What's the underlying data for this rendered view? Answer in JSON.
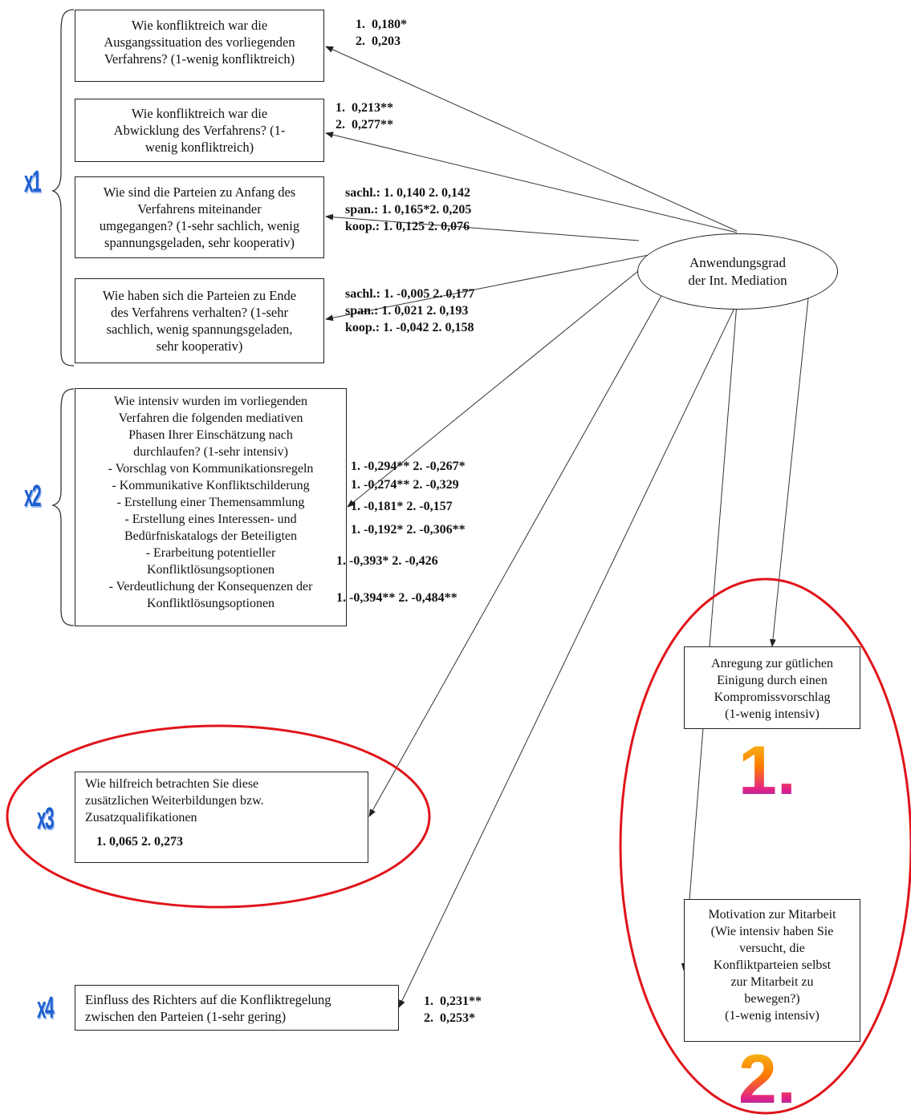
{
  "center_node": {
    "lines": [
      "Anwendungsgrad",
      "der Int. Mediation"
    ]
  },
  "groups": [
    {
      "label": "x1"
    },
    {
      "label": "x2"
    },
    {
      "label": "x3"
    },
    {
      "label": "x4"
    }
  ],
  "x1_items": [
    {
      "lines": [
        "Wie konfliktreich war die",
        "Ausgangssituation des vorliegenden",
        "Verfahrens? (1-wenig konfliktreich)"
      ],
      "stats": [
        "1.  0,180*",
        "2.  0,203"
      ]
    },
    {
      "lines": [
        "Wie konfliktreich war die",
        "Abwicklung des Verfahrens? (1-",
        "wenig konfliktreich)"
      ],
      "stats": [
        "1.  0,213**",
        "2.  0,277**"
      ]
    },
    {
      "lines": [
        "Wie sind die Parteien zu Anfang des",
        "Verfahrens miteinander",
        "umgegangen? (1-sehr sachlich, wenig",
        "spannungsgeladen, sehr kooperativ)"
      ],
      "stats": [
        "sachl.: 1. 0,140 2. 0,142",
        "span.: 1. 0,165*2. 0,205",
        "koop.: 1. 0,125 2. 0,076"
      ]
    },
    {
      "lines": [
        "Wie haben sich die Parteien zu Ende",
        "des Verfahrens verhalten? (1-sehr",
        "sachlich, wenig spannungsgeladen,",
        "sehr kooperativ)"
      ],
      "stats": [
        "sachl.: 1. -0,005 2. 0,177",
        "span.: 1. 0,021 2. 0,193",
        "koop.: 1. -0,042 2. 0,158"
      ]
    }
  ],
  "x2_item": {
    "lines": [
      "Wie intensiv wurden im vorliegenden",
      "Verfahren die folgenden mediativen",
      "Phasen Ihrer Einschätzung nach",
      "durchlaufen? (1-sehr intensiv)",
      "- Vorschlag von Kommunikationsregeln",
      "- Kommunikative Konfliktschilderung",
      "- Erstellung einer Themensammlung",
      "- Erstellung eines Interessen- und",
      "Bedürfniskatalogs der Beteiligten",
      "- Erarbeitung potentieller",
      "Konfliktlösungsoptionen",
      "- Verdeutlichung der Konsequenzen der",
      "Konfliktlösungsoptionen"
    ],
    "stats": [
      "1. -0,294** 2. -0,267*",
      "1. -0,274** 2. -0,329",
      "1. -0,181* 2. -0,157",
      "1. -0,192* 2. -0,306**",
      "1. -0,393* 2. -0,426",
      "1. -0,394** 2. -0,484**"
    ]
  },
  "x3_item": {
    "lines": [
      "Wie hilfreich betrachten Sie diese",
      "zusätzlichen Weiterbildungen bzw.",
      "Zusatzqualifikationen"
    ],
    "stats": "1. 0,065 2. 0,273"
  },
  "x4_item": {
    "lines": [
      "Einfluss des Richters auf die Konfliktregelung",
      "zwischen den Parteien (1-sehr gering)"
    ],
    "stats": [
      "1.  0,231**",
      "2.  0,253*"
    ]
  },
  "outcomes": [
    {
      "rank": "1.",
      "lines": [
        "Anregung zur gütlichen",
        "Einigung durch  einen",
        "Kompromissvorschlag",
        "(1-wenig intensiv)"
      ]
    },
    {
      "rank": "2.",
      "lines": [
        "Motivation zur Mitarbeit",
        "(Wie intensiv haben Sie",
        "versucht, die",
        "Konfliktparteien selbst",
        "zur Mitarbeit zu",
        "bewegen?)",
        "(1-wenig intensiv)"
      ]
    }
  ],
  "colors": {
    "highlight": "#e0141a",
    "x_label": "#1e5fd0",
    "rank_fill": [
      "#f0d020",
      "#ff7a00",
      "#e0208a",
      "#3040d0"
    ]
  }
}
